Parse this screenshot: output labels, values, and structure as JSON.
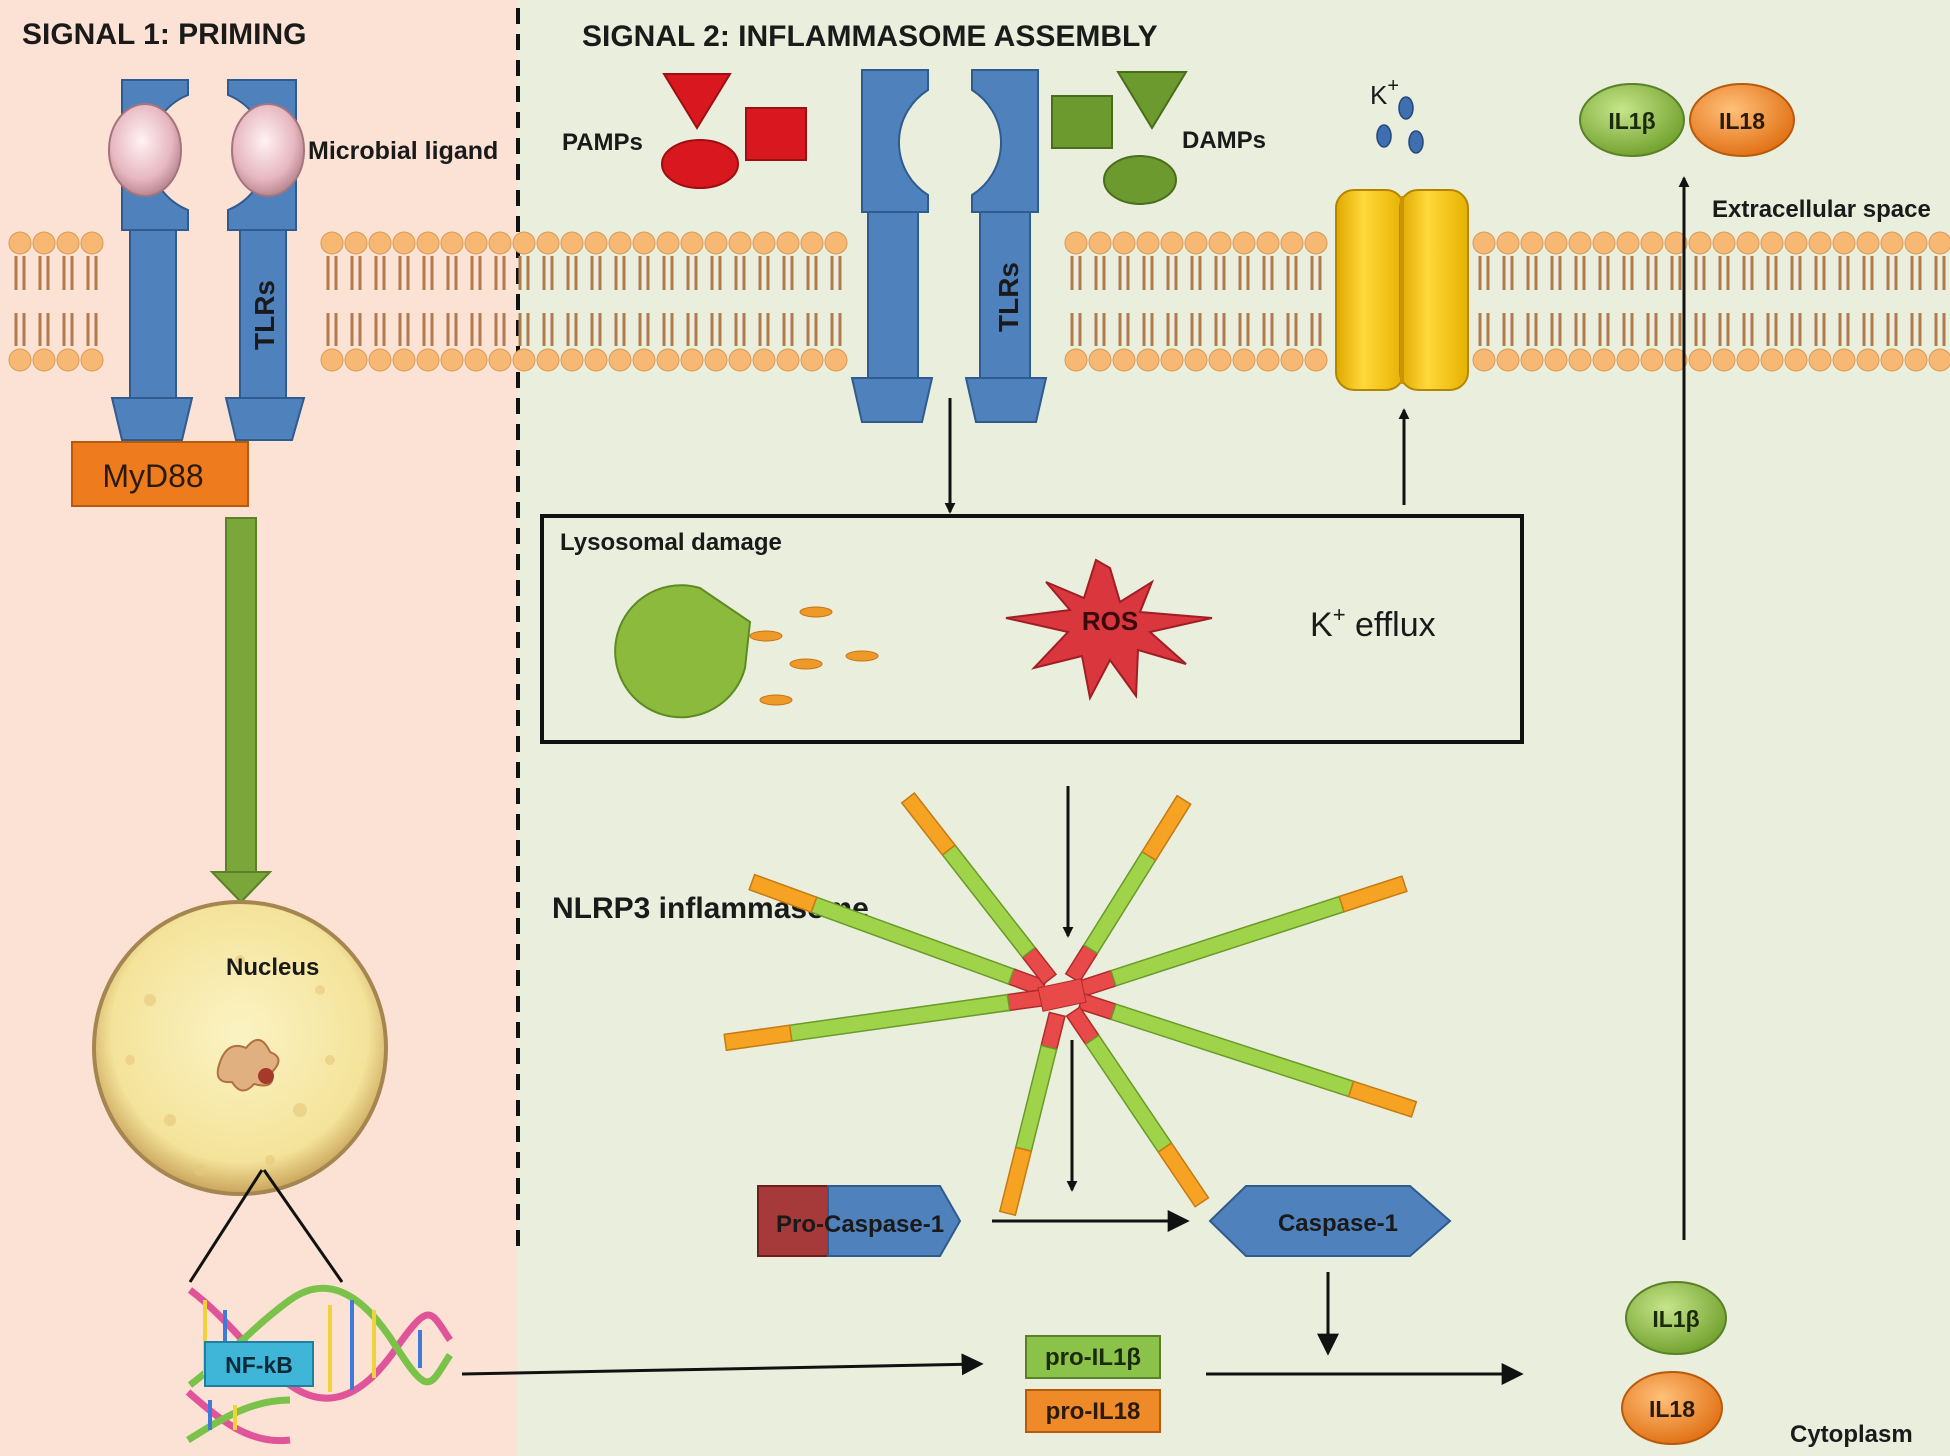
{
  "signal1": {
    "title": "SIGNAL 1: PRIMING"
  },
  "signal2": {
    "title": "SIGNAL 2: INFLAMMASOME ASSEMBLY"
  },
  "labels": {
    "microbial_ligand": "Microbial ligand",
    "tlrs_left": "TLRs",
    "tlrs_right": "TLRs",
    "myd88": "MyD88",
    "nucleus": "Nucleus",
    "nfkb": "NF-kB",
    "pamps": "PAMPs",
    "damps": "DAMPs",
    "k_ion": "K",
    "k_sup": "+",
    "extracellular": "Extracellular space",
    "il1b_top": "IL1β",
    "il18_top": "IL18",
    "lysosomal_damage": "Lysosomal damage",
    "ros": "ROS",
    "k_efflux_k": "K",
    "k_efflux_sup": "+",
    "k_efflux_rest": " efflux",
    "nlrp3": "NLRP3 inflammasome",
    "pro_prefix": "Pro-",
    "pro_caspase_suffix": "Caspase-1",
    "caspase1": "Caspase-1",
    "pro_il1b": "pro-IL1β",
    "pro_il18": "pro-IL18",
    "il1b_bottom": "IL1β",
    "il18_bottom": "IL18",
    "cytoplasm": "Cytoplasm"
  },
  "colors": {
    "left_panel": "#fbe2d4",
    "right_panel": "#e9eedd",
    "receptor_blue": "#4f81bd",
    "receptor_dark": "#2f5b8e",
    "membrane_head": "#f6b872",
    "membrane_tail": "#b07b4a",
    "myd88_orange": "#ee7b1e",
    "green_arrow": "#7aa63a",
    "pamp_red": "#d9171e",
    "damp_green": "#6d9a2f",
    "channel_yellow": "#f7c600",
    "il1b_green": "#8bc34a",
    "il18_orange": "#ee8a28",
    "ros_red": "#d9363e",
    "pro_domain": "#a63a3a",
    "nfkb_cyan": "#3fb6d8"
  }
}
